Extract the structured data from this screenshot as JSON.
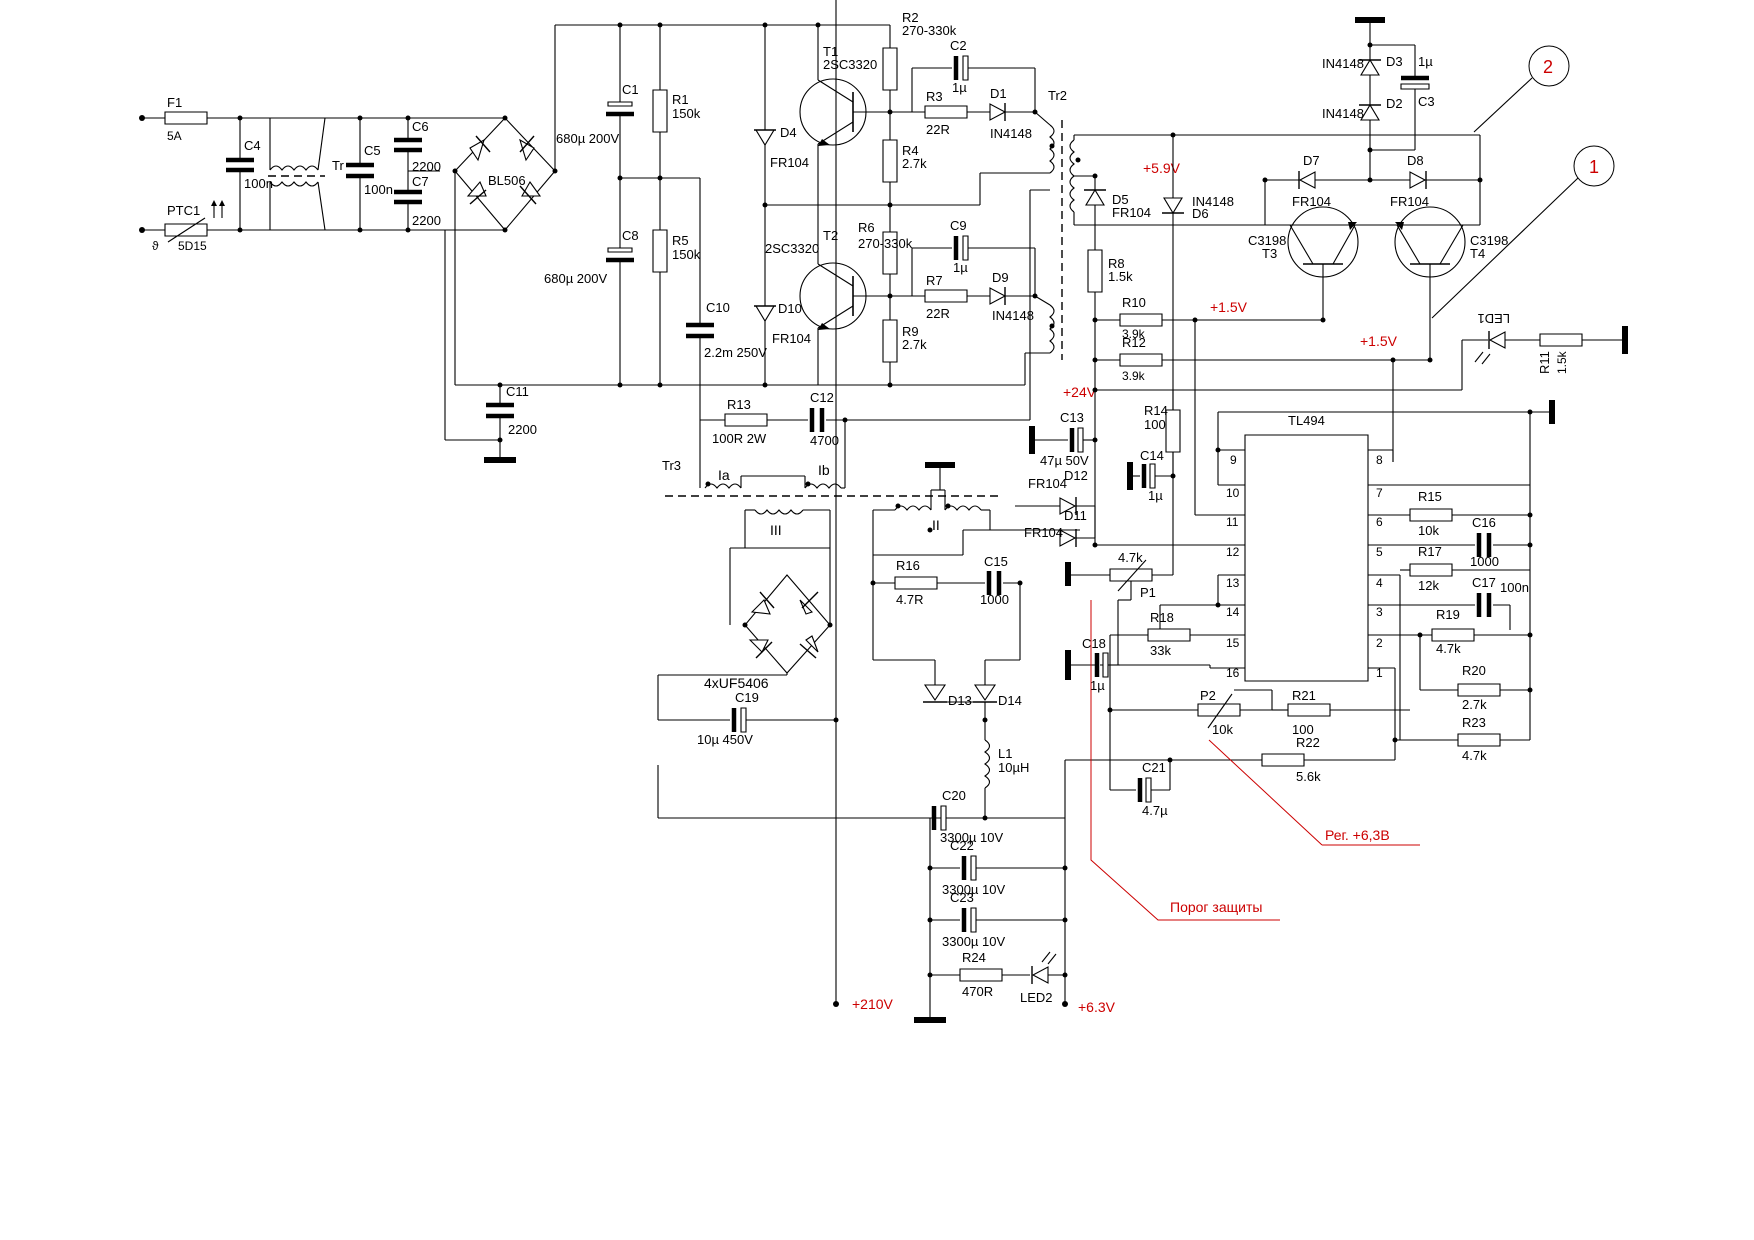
{
  "fuse": {
    "ref": "F1",
    "value": "5A"
  },
  "ptc": {
    "ref": "PTC1",
    "value": "5D15"
  },
  "c4": {
    "ref": "C4",
    "value": "100n"
  },
  "tr_input": {
    "ref": "Tr"
  },
  "c5": {
    "ref": "C5",
    "value": "100n"
  },
  "c6": {
    "ref": "C6",
    "value": "2200"
  },
  "c7": {
    "ref": "C7",
    "value": "2200"
  },
  "bridge": {
    "ref": "BL506"
  },
  "c1": {
    "ref": "C1",
    "value": "680µ 200V"
  },
  "c8": {
    "ref": "C8",
    "value": "680µ 200V"
  },
  "r1": {
    "ref": "R1",
    "value": "150k"
  },
  "r5": {
    "ref": "R5",
    "value": "150k"
  },
  "c10": {
    "ref": "C10",
    "value": "2.2m 250V"
  },
  "c11": {
    "ref": "C11",
    "value": "2200"
  },
  "t1": {
    "ref": "T1",
    "type": "2SC3320"
  },
  "t2": {
    "ref": "T2",
    "type": "2SC3320"
  },
  "d4": {
    "ref": "D4",
    "type": "FR104"
  },
  "d10": {
    "ref": "D10",
    "type": "FR104"
  },
  "r2": {
    "ref": "R2",
    "value": "270-330k"
  },
  "r6": {
    "ref": "R6",
    "value": "270-330k"
  },
  "c2": {
    "ref": "C2",
    "value": "1µ"
  },
  "c9": {
    "ref": "C9",
    "value": "1µ"
  },
  "r3": {
    "ref": "R3",
    "value": "22R"
  },
  "r7": {
    "ref": "R7",
    "value": "22R"
  },
  "d1": {
    "ref": "D1",
    "type": "IN4148"
  },
  "d9": {
    "ref": "D9",
    "type": "IN4148"
  },
  "r4": {
    "ref": "R4",
    "value": "2.7k"
  },
  "r9": {
    "ref": "R9",
    "value": "2.7k"
  },
  "tr2": {
    "ref": "Tr2"
  },
  "tr3": {
    "ref": "Tr3",
    "wind_a": "Ia",
    "wind_b": "Ib",
    "wind_2": "II",
    "wind_3": "III"
  },
  "r13": {
    "ref": "R13",
    "value": "100R 2W"
  },
  "c12": {
    "ref": "C12",
    "value": "4700"
  },
  "d5": {
    "ref": "D5",
    "type": "FR104"
  },
  "d6": {
    "ref": "D6",
    "type": "IN4148"
  },
  "r8": {
    "ref": "R8",
    "value": "1.5k"
  },
  "r10": {
    "ref": "R10",
    "value": "3.9k"
  },
  "r12": {
    "ref": "R12",
    "value": "3.9k"
  },
  "d2": {
    "ref": "D2",
    "type": "IN4148"
  },
  "d3": {
    "ref": "D3",
    "type": "IN4148"
  },
  "c3": {
    "ref": "C3",
    "value": "1µ"
  },
  "d7": {
    "ref": "D7",
    "type": "FR104"
  },
  "d8": {
    "ref": "D8",
    "type": "FR104"
  },
  "t3": {
    "ref": "T3",
    "type": "C3198"
  },
  "t4": {
    "ref": "T4",
    "type": "C3198"
  },
  "led1": {
    "ref": "LED1"
  },
  "r11": {
    "ref": "R11",
    "value": "1.5k"
  },
  "c13": {
    "ref": "C13",
    "value": "47µ 50V"
  },
  "c14": {
    "ref": "C14",
    "value": "1µ"
  },
  "r14": {
    "ref": "R14",
    "value": "100"
  },
  "d11": {
    "ref": "D11",
    "type": "FR104"
  },
  "d12": {
    "ref": "D12",
    "type": "FR104"
  },
  "p1": {
    "ref": "P1",
    "value": "4.7k"
  },
  "ic": {
    "ref": "TL494",
    "pins": [
      "1",
      "2",
      "3",
      "4",
      "5",
      "6",
      "7",
      "8",
      "9",
      "10",
      "11",
      "12",
      "13",
      "14",
      "15",
      "16"
    ]
  },
  "r15": {
    "ref": "R15",
    "value": "10k"
  },
  "c16": {
    "ref": "C16",
    "value": "1000"
  },
  "r17": {
    "ref": "R17",
    "value": "12k"
  },
  "c17": {
    "ref": "C17",
    "value": "100n"
  },
  "r18": {
    "ref": "R18",
    "value": "33k"
  },
  "r19": {
    "ref": "R19",
    "value": "4.7k"
  },
  "c18": {
    "ref": "C18",
    "value": "1µ"
  },
  "r20": {
    "ref": "R20",
    "value": "2.7k"
  },
  "p2": {
    "ref": "P2",
    "value": "10k"
  },
  "r21": {
    "ref": "R21",
    "value": "100"
  },
  "r22": {
    "ref": "R22",
    "value": "5.6k"
  },
  "r23": {
    "ref": "R23",
    "value": "4.7k"
  },
  "c21": {
    "ref": "C21",
    "value": "4.7µ"
  },
  "r16": {
    "ref": "R16",
    "value": "4.7R"
  },
  "c15": {
    "ref": "C15",
    "value": "1000"
  },
  "d13": {
    "ref": "D13"
  },
  "d14": {
    "ref": "D14"
  },
  "l1": {
    "ref": "L1",
    "value": "10µH"
  },
  "hv_bridge": {
    "label": "4xUF5406"
  },
  "c19": {
    "ref": "C19",
    "value": "10µ 450V"
  },
  "c20": {
    "ref": "C20",
    "value": "3300µ 10V"
  },
  "c22": {
    "ref": "C22",
    "value": "3300µ 10V"
  },
  "c23": {
    "ref": "C23",
    "value": "3300µ 10V"
  },
  "r24": {
    "ref": "R24",
    "value": "470R"
  },
  "led2": {
    "ref": "LED2"
  },
  "rails": {
    "v59": "+5.9V",
    "v15a": "+1.5V",
    "v15b": "+1.5V",
    "v24": "+24V",
    "v210": "+210V",
    "v63": "+6.3V"
  },
  "annotations": {
    "marker1": "1",
    "marker2": "2",
    "reg": "Рег. +6,3В",
    "prot": "Порог защиты"
  },
  "colors": {
    "wire": "#000000",
    "annotation": "#cc0000"
  }
}
